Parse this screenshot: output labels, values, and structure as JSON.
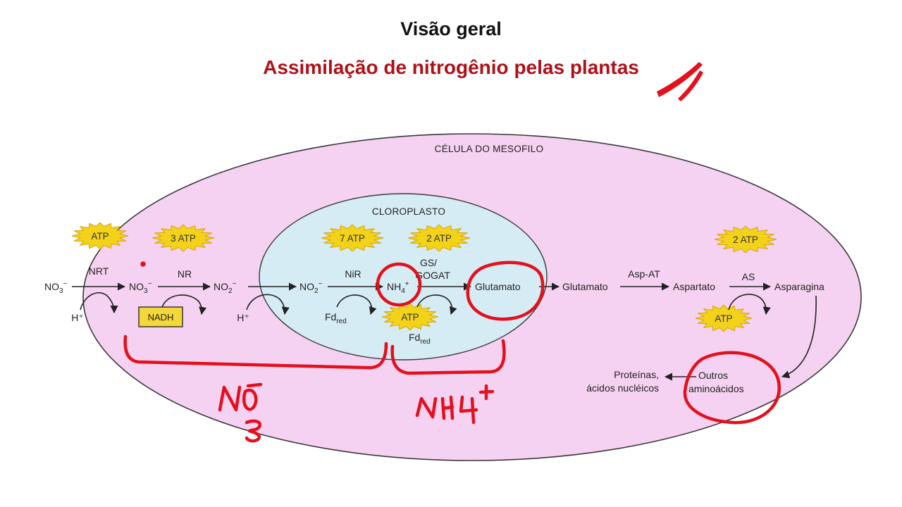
{
  "header": {
    "title": "Visão geral",
    "subtitle": "Assimilação de nitrogênio pelas plantas"
  },
  "diagram": {
    "cell_label": "CÉLULA DO MESOFILO",
    "chloroplast_label": "CLOROPLASTO",
    "atp": {
      "nrt": "ATP",
      "nr": "3 ATP",
      "nir": "7 ATP",
      "gs": "2 ATP",
      "gs_low": "ATP",
      "as_top": "2 ATP",
      "as_low": "ATP"
    },
    "species": {
      "no3_out": "NO",
      "no3_in": "NO",
      "no2_cyt": "NO",
      "no2_chl": "NO",
      "nh4": "NH",
      "glutamate_chl": "Glutamato",
      "glutamate_cyt": "Glutamato",
      "aspartate": "Aspartato",
      "asparagine": "Asparagina",
      "other_aa_1": "Outros",
      "other_aa_2": "aminoácidos",
      "proteins_1": "Proteínas,",
      "proteins_2": "ácidos nucléicos"
    },
    "subscripts": {
      "three": "3",
      "two": "2",
      "four": "4",
      "red": "red"
    },
    "superscripts": {
      "minus": "−",
      "plus": "+"
    },
    "enzymes": {
      "nrt": "NRT",
      "nr": "NR",
      "nir": "NiR",
      "gs1": "GS/",
      "gs2": "GOGAT",
      "aspat": "Asp-AT",
      "as": "AS"
    },
    "cofactors": {
      "h_plus_1": "H⁺",
      "h_plus_2": "H⁺",
      "nadh": "NADH",
      "fd1": "Fd",
      "fd2": "Fd"
    }
  },
  "colors": {
    "cell_fill": "#f6d2f2",
    "chloroplast_fill": "#d6ecf4",
    "atp_burst": "#f3d21a",
    "nadh_box": "#f3d83a",
    "annotation_red": "#e4101c",
    "title_red": "#b01018"
  }
}
